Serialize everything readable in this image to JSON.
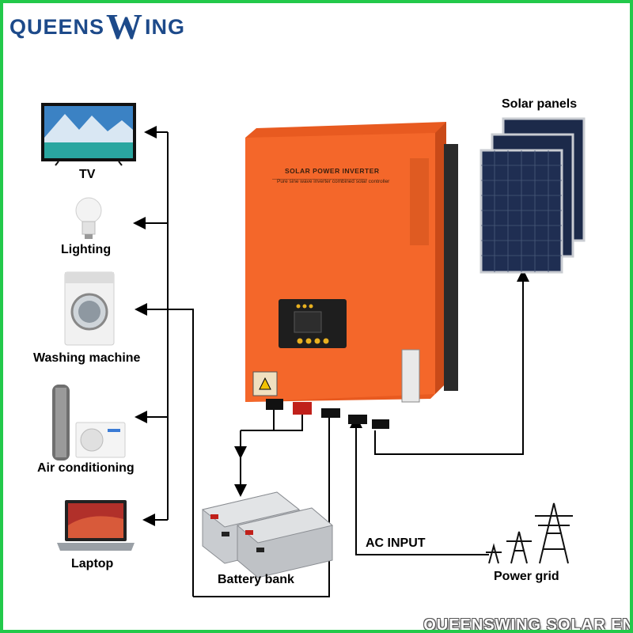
{
  "brand": {
    "logo_left": "QUEENS",
    "logo_w": "W",
    "logo_right": "ING",
    "footer": "QUEENSWING SOLAR EN",
    "color": "#1d4a8a"
  },
  "inverter": {
    "title": "SOLAR POWER INVERTER",
    "subtitle": "Pure sine wave inverter combined solar controller",
    "color": "#f4672a"
  },
  "labels": {
    "tv": "TV",
    "lighting": "Lighting",
    "washing_machine": "Washing machine",
    "air_conditioning": "Air conditioning",
    "laptop": "Laptop",
    "solar_panels": "Solar panels",
    "battery_bank": "Battery bank",
    "ac_input": "AC INPUT",
    "power_grid": "Power grid"
  },
  "colors": {
    "border": "#22c94a",
    "wire": "#000000"
  }
}
